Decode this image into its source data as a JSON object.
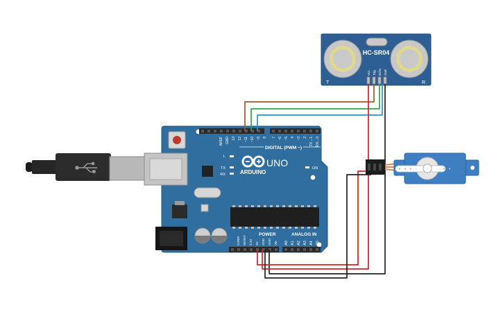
{
  "sensor": {
    "name": "HC-SR04",
    "left_label": "T",
    "right_label": "R",
    "pins": [
      "Vcc",
      "Trig",
      "Echo",
      "Gnd"
    ]
  },
  "board": {
    "brand": "ARDUINO",
    "model": "UNO",
    "digital_label": "DIGITAL (PWM ~)",
    "power_label": "POWER",
    "analog_label": "ANALOG IN",
    "on_label": "ON",
    "led_labels": [
      "L",
      "TX",
      "RX"
    ],
    "top_pins": [
      "AREF",
      "GND",
      "13",
      "12",
      "~11",
      "~10",
      "~9",
      "8",
      "7",
      "~6",
      "~5",
      "4",
      "~3",
      "2",
      "TX→1",
      "RX←0"
    ],
    "power_pins": [
      "IOREF",
      "RESET",
      "3.3V",
      "5V",
      "GND",
      "GND",
      "Vin"
    ],
    "analog_pins": [
      "A0",
      "A1",
      "A2",
      "A3",
      "A4",
      "A5"
    ]
  },
  "colors": {
    "board": "#2f6e9e",
    "sensor": "#2d5f95",
    "wire_brown": "#9a5a2c",
    "wire_green": "#2aa64a",
    "wire_blue": "#2f8fd0",
    "wire_red": "#d32222",
    "wire_black": "#222222",
    "servo": "#3d7fc1"
  }
}
